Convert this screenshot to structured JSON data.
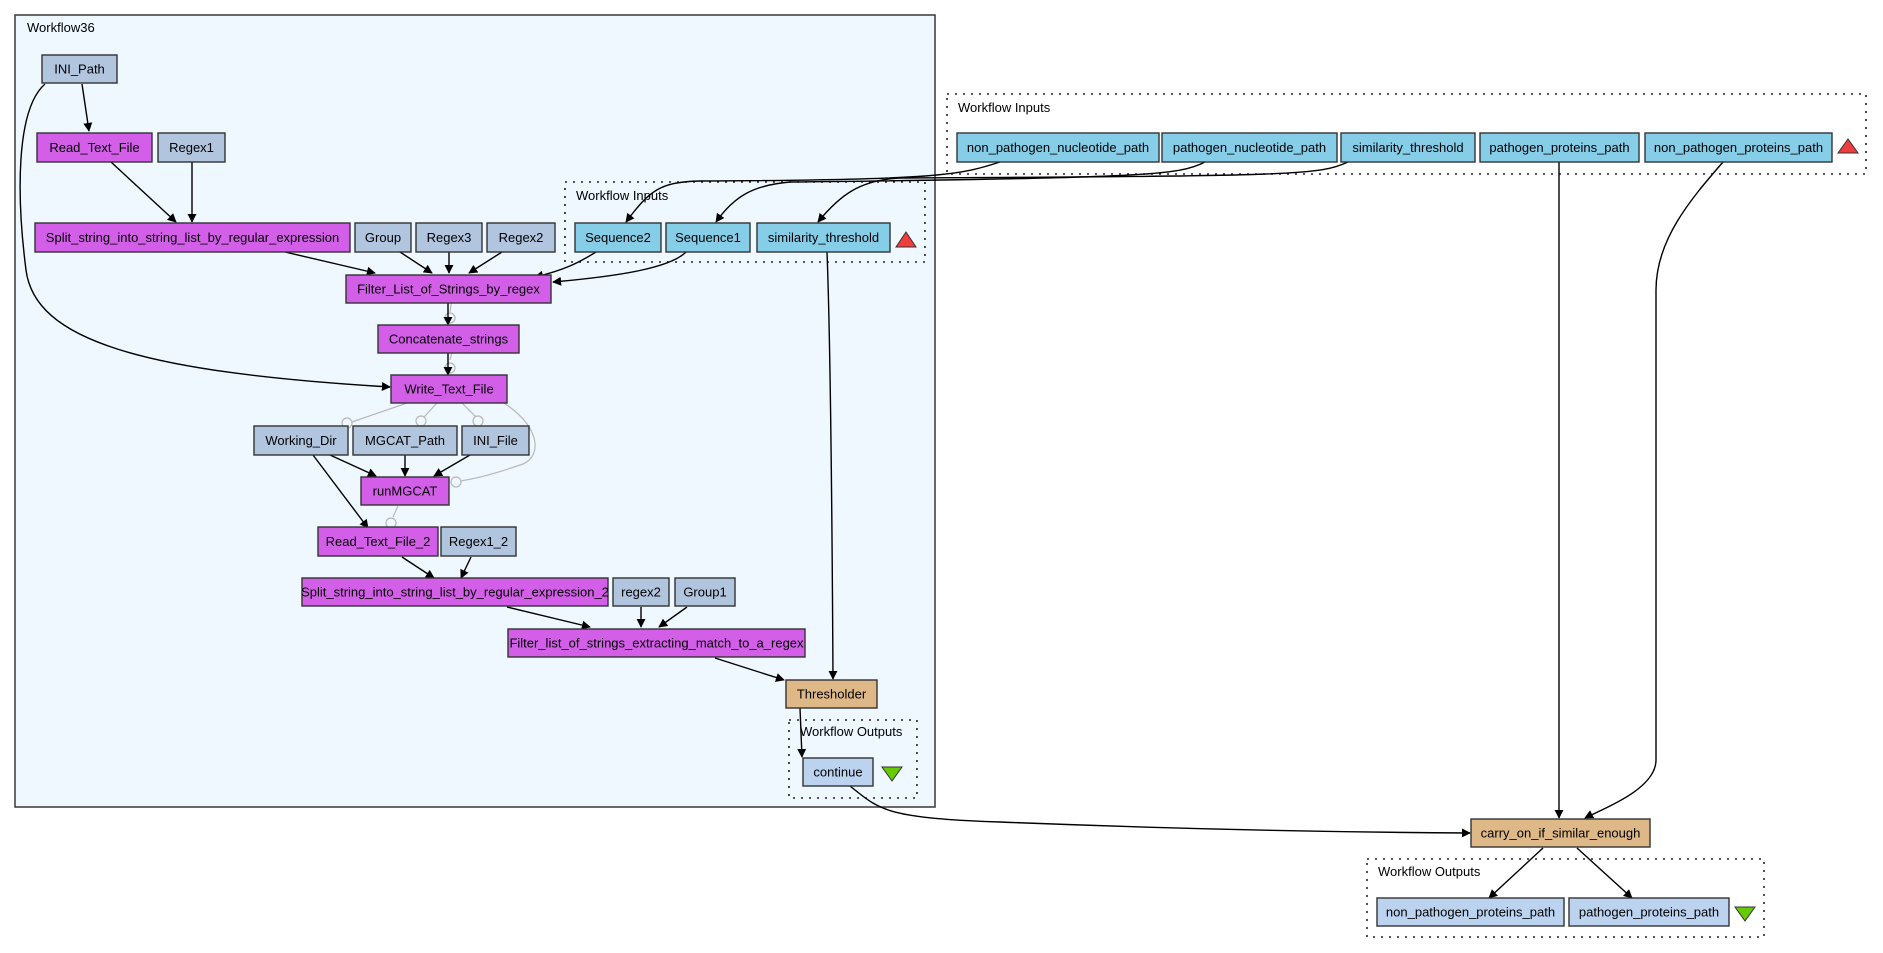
{
  "workflow": {
    "title": "Workflow36",
    "inner_inputs_label": "Workflow Inputs",
    "inner_outputs_label": "Workflow Outputs",
    "nodes": {
      "ini_path": "INI_Path",
      "read_text_file": "Read_Text_File",
      "regex1": "Regex1",
      "split_string": "Split_string_into_string_list_by_regular_expression",
      "group": "Group",
      "regex3": "Regex3",
      "regex2": "Regex2",
      "filter_list": "Filter_List_of_Strings_by_regex",
      "concatenate": "Concatenate_strings",
      "write_text_file": "Write_Text_File",
      "working_dir": "Working_Dir",
      "mgcat_path": "MGCAT_Path",
      "ini_file": "INI_File",
      "runmgcat": "runMGCAT",
      "read_text_file_2": "Read_Text_File_2",
      "regex1_2": "Regex1_2",
      "split_string_2": "Split_string_into_string_list_by_regular_expression_2",
      "regex2_lower": "regex2",
      "group1": "Group1",
      "filter_extract": "Filter_list_of_strings_extracting_match_to_a_regex",
      "thresholder": "Thresholder",
      "sequence2": "Sequence2",
      "sequence1": "Sequence1",
      "similarity_threshold": "similarity_threshold",
      "continue": "continue"
    }
  },
  "top_inputs": {
    "label": "Workflow Inputs",
    "items": [
      "non_pathogen_nucleotide_path",
      "pathogen_nucleotide_path",
      "similarity_threshold",
      "pathogen_proteins_path",
      "non_pathogen_proteins_path"
    ]
  },
  "carry_on": "carry_on_if_similar_enough",
  "top_outputs": {
    "label": "Workflow Outputs",
    "items": [
      "non_pathogen_proteins_path",
      "pathogen_proteins_path"
    ]
  },
  "colors": {
    "processor": "#d35ee8",
    "constant": "#b1c5df",
    "input": "#86cde8",
    "output": "#bcd3f0",
    "beanshell": "#deb887",
    "input_marker": "#f03c3c",
    "output_marker": "#66cc00"
  }
}
